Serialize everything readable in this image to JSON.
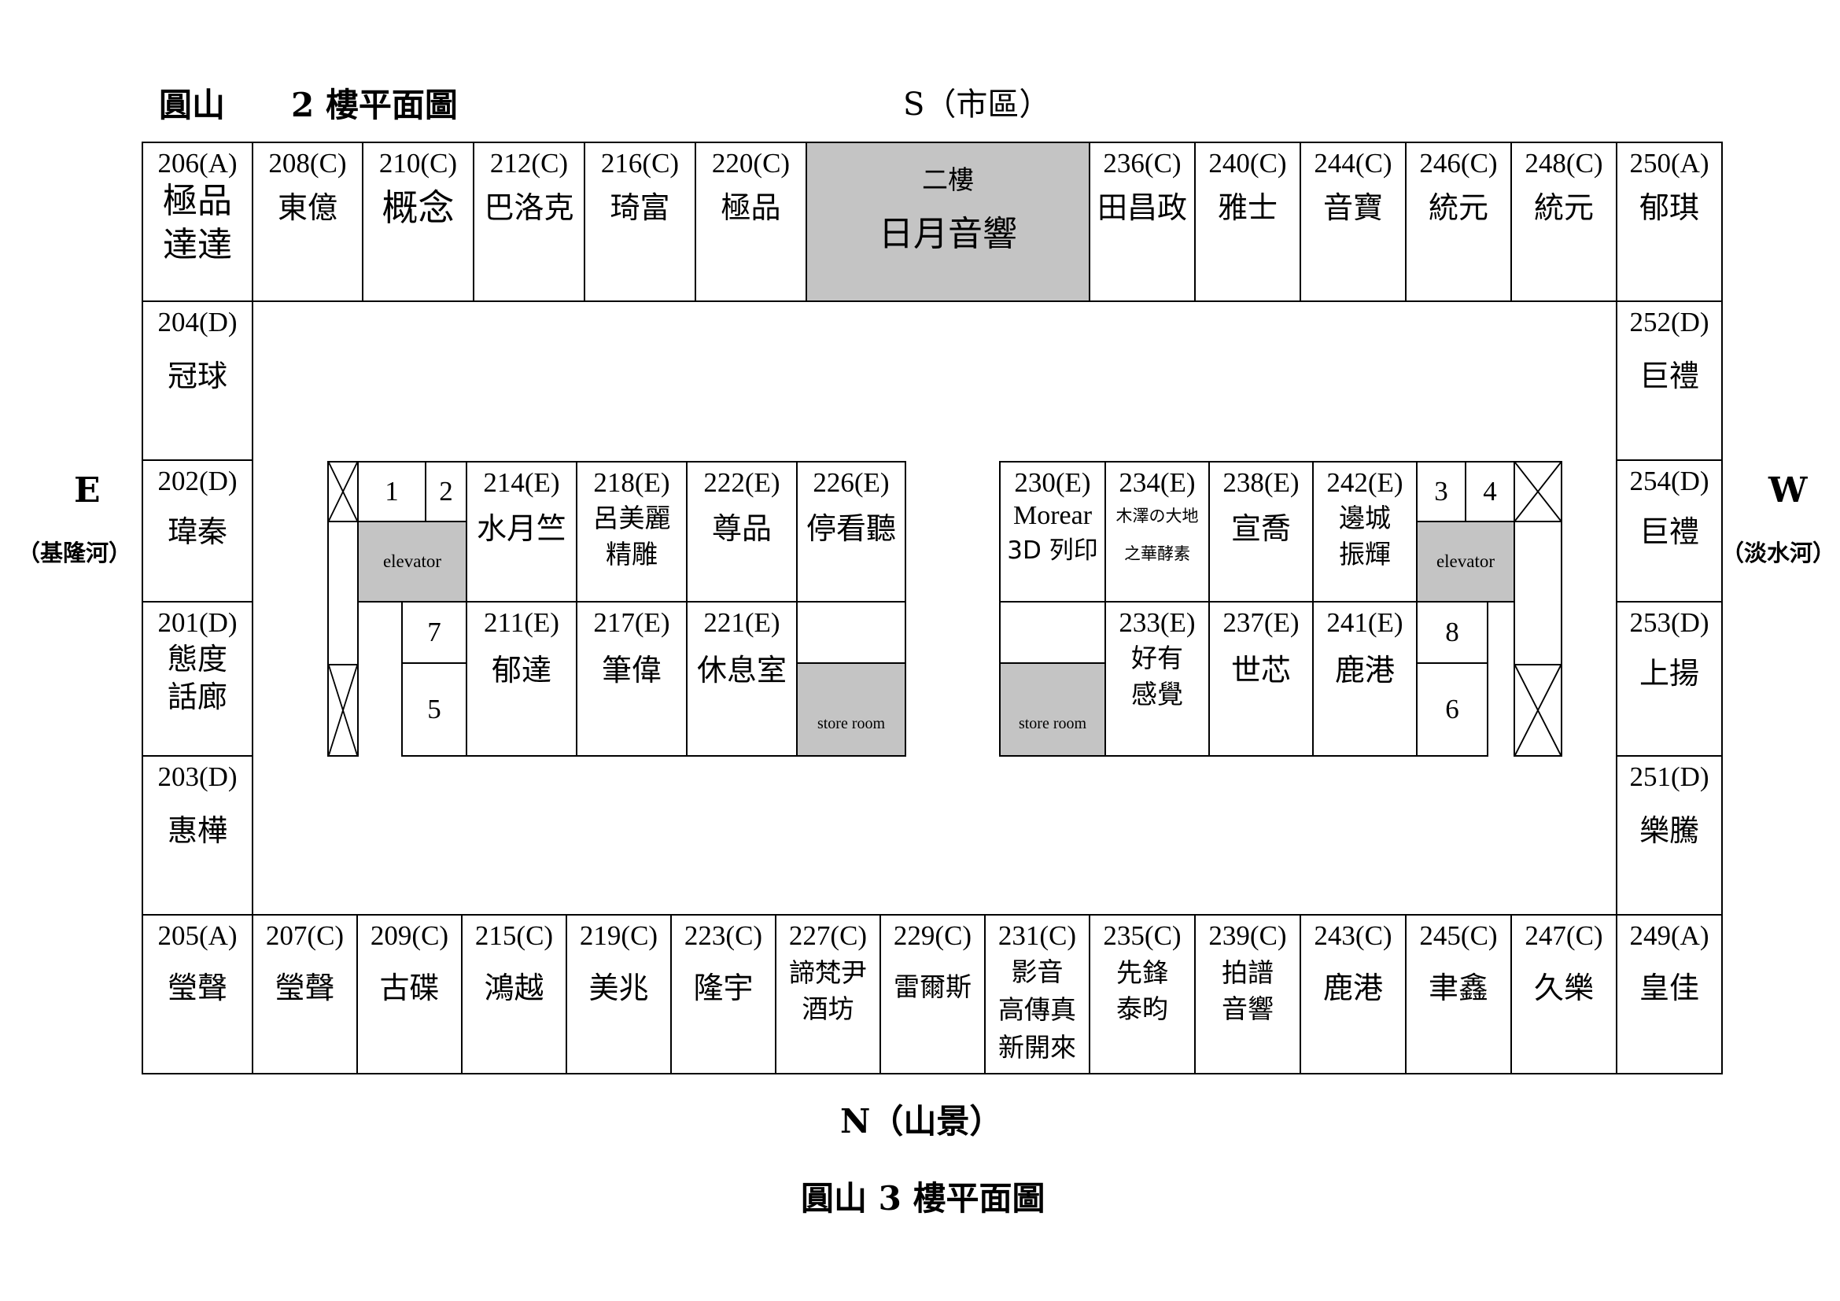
{
  "title_left": "圓山　　2 樓平面圖",
  "title_bottom": "圓山 3 樓平面圖",
  "compass": {
    "south": "S（市區）",
    "north": "N（山景）",
    "east": "E",
    "east_sub": "（基隆河）",
    "west": "W",
    "west_sub": "（淡水河）"
  },
  "top_row": [
    {
      "num": "206(A)",
      "name": [
        "極品",
        "達達"
      ]
    },
    {
      "num": "208(C)",
      "name": [
        "東億"
      ]
    },
    {
      "num": "210(C)",
      "name": [
        "概念"
      ]
    },
    {
      "num": "212(C)",
      "name": [
        "巴洛克"
      ]
    },
    {
      "num": "216(C)",
      "name": [
        "琦富"
      ]
    },
    {
      "num": "220(C)",
      "name": [
        "極品"
      ]
    },
    {
      "num": "二樓",
      "name": [
        "日月音響"
      ]
    },
    {
      "num": "236(C)",
      "name": [
        "田昌政"
      ]
    },
    {
      "num": "240(C)",
      "name": [
        "雅士"
      ]
    },
    {
      "num": "244(C)",
      "name": [
        "音寶"
      ]
    },
    {
      "num": "246(C)",
      "name": [
        "統元"
      ]
    },
    {
      "num": "248(C)",
      "name": [
        "統元"
      ]
    },
    {
      "num": "250(A)",
      "name": [
        "郁琪"
      ]
    }
  ],
  "left_col": [
    {
      "num": "204(D)",
      "name": [
        "冠球"
      ]
    },
    {
      "num": "202(D)",
      "name": [
        "瑋秦"
      ]
    },
    {
      "num": "201(D)",
      "name": [
        "態度",
        "話廊"
      ]
    },
    {
      "num": "203(D)",
      "name": [
        "惠樺"
      ]
    }
  ],
  "right_col": [
    {
      "num": "252(D)",
      "name": [
        "巨禮"
      ]
    },
    {
      "num": "254(D)",
      "name": [
        "巨禮"
      ]
    },
    {
      "num": "253(D)",
      "name": [
        "上揚"
      ]
    },
    {
      "num": "251(D)",
      "name": [
        "樂騰"
      ]
    }
  ],
  "bottom_row": [
    {
      "num": "205(A)",
      "name": [
        "瑩聲"
      ]
    },
    {
      "num": "207(C)",
      "name": [
        "瑩聲"
      ]
    },
    {
      "num": "209(C)",
      "name": [
        "古碟"
      ]
    },
    {
      "num": "215(C)",
      "name": [
        "鴻越"
      ]
    },
    {
      "num": "219(C)",
      "name": [
        "美兆"
      ]
    },
    {
      "num": "223(C)",
      "name": [
        "隆宇"
      ]
    },
    {
      "num": "227(C)",
      "name": [
        "諦梵尹",
        "酒坊"
      ]
    },
    {
      "num": "229(C)",
      "name": [
        "雷爾斯"
      ]
    },
    {
      "num": "231(C)",
      "name": [
        "影音",
        "高傳真",
        "新開來"
      ]
    },
    {
      "num": "235(C)",
      "name": [
        "先鋒",
        "泰昀"
      ]
    },
    {
      "num": "239(C)",
      "name": [
        "拍譜",
        "音響"
      ]
    },
    {
      "num": "243(C)",
      "name": [
        "鹿港"
      ]
    },
    {
      "num": "245(C)",
      "name": [
        "聿鑫"
      ]
    },
    {
      "num": "247(C)",
      "name": [
        "久樂"
      ]
    },
    {
      "num": "249(A)",
      "name": [
        "皇佳"
      ]
    }
  ],
  "inner_left_top": [
    {
      "num": "214(E)",
      "name": [
        "水月竺"
      ]
    },
    {
      "num": "218(E)",
      "name": [
        "呂美麗",
        "精雕"
      ]
    },
    {
      "num": "222(E)",
      "name": [
        "尊品"
      ]
    },
    {
      "num": "226(E)",
      "name": [
        "停看聽"
      ]
    }
  ],
  "inner_left_bottom": [
    {
      "num": "211(E)",
      "name": [
        "郁達"
      ]
    },
    {
      "num": "217(E)",
      "name": [
        "筆偉"
      ]
    },
    {
      "num": "221(E)",
      "name": [
        "休息室"
      ]
    }
  ],
  "inner_right_top": [
    {
      "num": "230(E)",
      "name": [
        "Morear",
        "3D 列印"
      ]
    },
    {
      "num": "234(E)",
      "name": [
        "木澤の大地",
        "之華酵素"
      ]
    },
    {
      "num": "238(E)",
      "name": [
        "宣喬"
      ]
    },
    {
      "num": "242(E)",
      "name": [
        "邊城",
        "振輝"
      ]
    }
  ],
  "inner_right_bottom": [
    {
      "num": "233(E)",
      "name": [
        "好有",
        "感覺"
      ]
    },
    {
      "num": "237(E)",
      "name": [
        "世芯"
      ]
    },
    {
      "num": "241(E)",
      "name": [
        "鹿港"
      ]
    }
  ],
  "elevator_label": "elevator",
  "store_room_label": "store room",
  "elevator_numbers": {
    "n1": "1",
    "n2": "2",
    "n3": "3",
    "n4": "4",
    "n5": "5",
    "n6": "6",
    "n7": "7",
    "n8": "8"
  }
}
